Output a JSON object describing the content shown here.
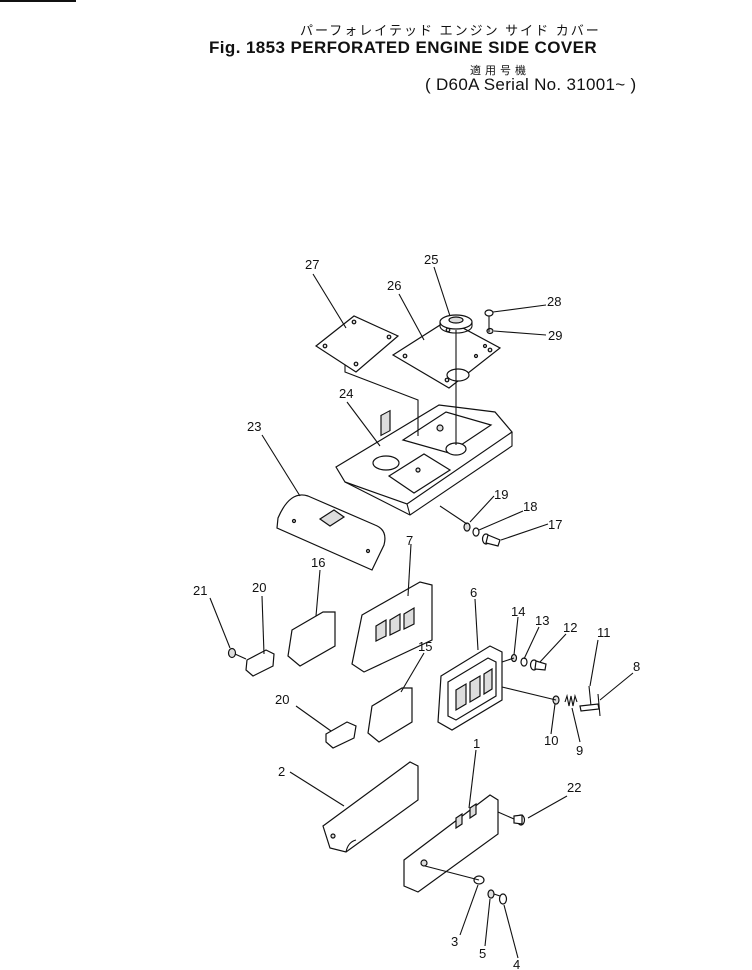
{
  "header": {
    "title_jp": "パーフォレイテッド エンジン サイド カバー",
    "title": "Fig. 1853   PERFORATED ENGINE SIDE COVER",
    "applies_jp": "適用号機",
    "serial": "( D60A Serial No. 31001~ )"
  },
  "part_labels": [
    {
      "id": "27",
      "text": "27"
    },
    {
      "id": "25",
      "text": "25"
    },
    {
      "id": "26",
      "text": "26"
    },
    {
      "id": "28",
      "text": "28"
    },
    {
      "id": "29",
      "text": "29"
    },
    {
      "id": "24",
      "text": "24"
    },
    {
      "id": "23",
      "text": "23"
    },
    {
      "id": "19",
      "text": "19"
    },
    {
      "id": "18",
      "text": "18"
    },
    {
      "id": "17",
      "text": "17"
    },
    {
      "id": "16",
      "text": "16"
    },
    {
      "id": "7",
      "text": "7"
    },
    {
      "id": "21",
      "text": "21"
    },
    {
      "id": "20a",
      "text": "20"
    },
    {
      "id": "6",
      "text": "6"
    },
    {
      "id": "14",
      "text": "14"
    },
    {
      "id": "13",
      "text": "13"
    },
    {
      "id": "12",
      "text": "12"
    },
    {
      "id": "11",
      "text": "11"
    },
    {
      "id": "8",
      "text": "8"
    },
    {
      "id": "15",
      "text": "15"
    },
    {
      "id": "20b",
      "text": "20"
    },
    {
      "id": "10",
      "text": "10"
    },
    {
      "id": "9",
      "text": "9"
    },
    {
      "id": "2",
      "text": "2"
    },
    {
      "id": "1",
      "text": "1"
    },
    {
      "id": "22",
      "text": "22"
    },
    {
      "id": "3",
      "text": "3"
    },
    {
      "id": "5",
      "text": "5"
    },
    {
      "id": "4",
      "text": "4"
    }
  ]
}
